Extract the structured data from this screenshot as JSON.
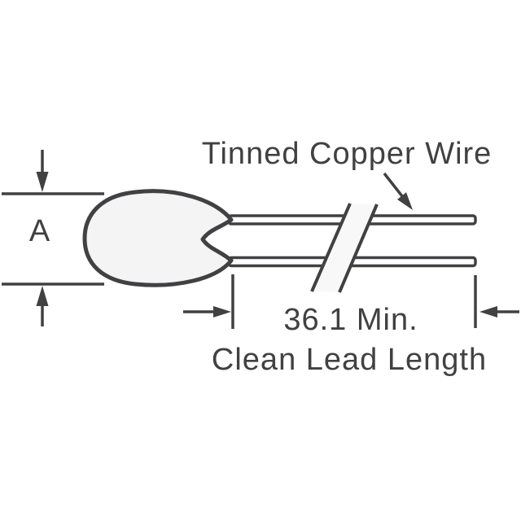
{
  "diagram": {
    "title": "Thermistor disc component outline drawing",
    "labels": {
      "wire_callout": "Tinned Copper Wire",
      "body_diameter": "A",
      "lead_length_value": "36.1 Min.",
      "lead_length_caption": "Clean Lead Length"
    },
    "icons": {
      "leader_arrow": "arrow-down-right-icon",
      "diameter_arrows": "vertical-dimension-arrows-icon",
      "lead_length_arrows": "horizontal-dimension-arrows-icon",
      "wire_break": "break-lines-icon"
    },
    "colors": {
      "ink": "#414042",
      "body-fill": "#f4f4f4",
      "break-fill": "#f8f8f8",
      "background": "#ffffff"
    }
  }
}
